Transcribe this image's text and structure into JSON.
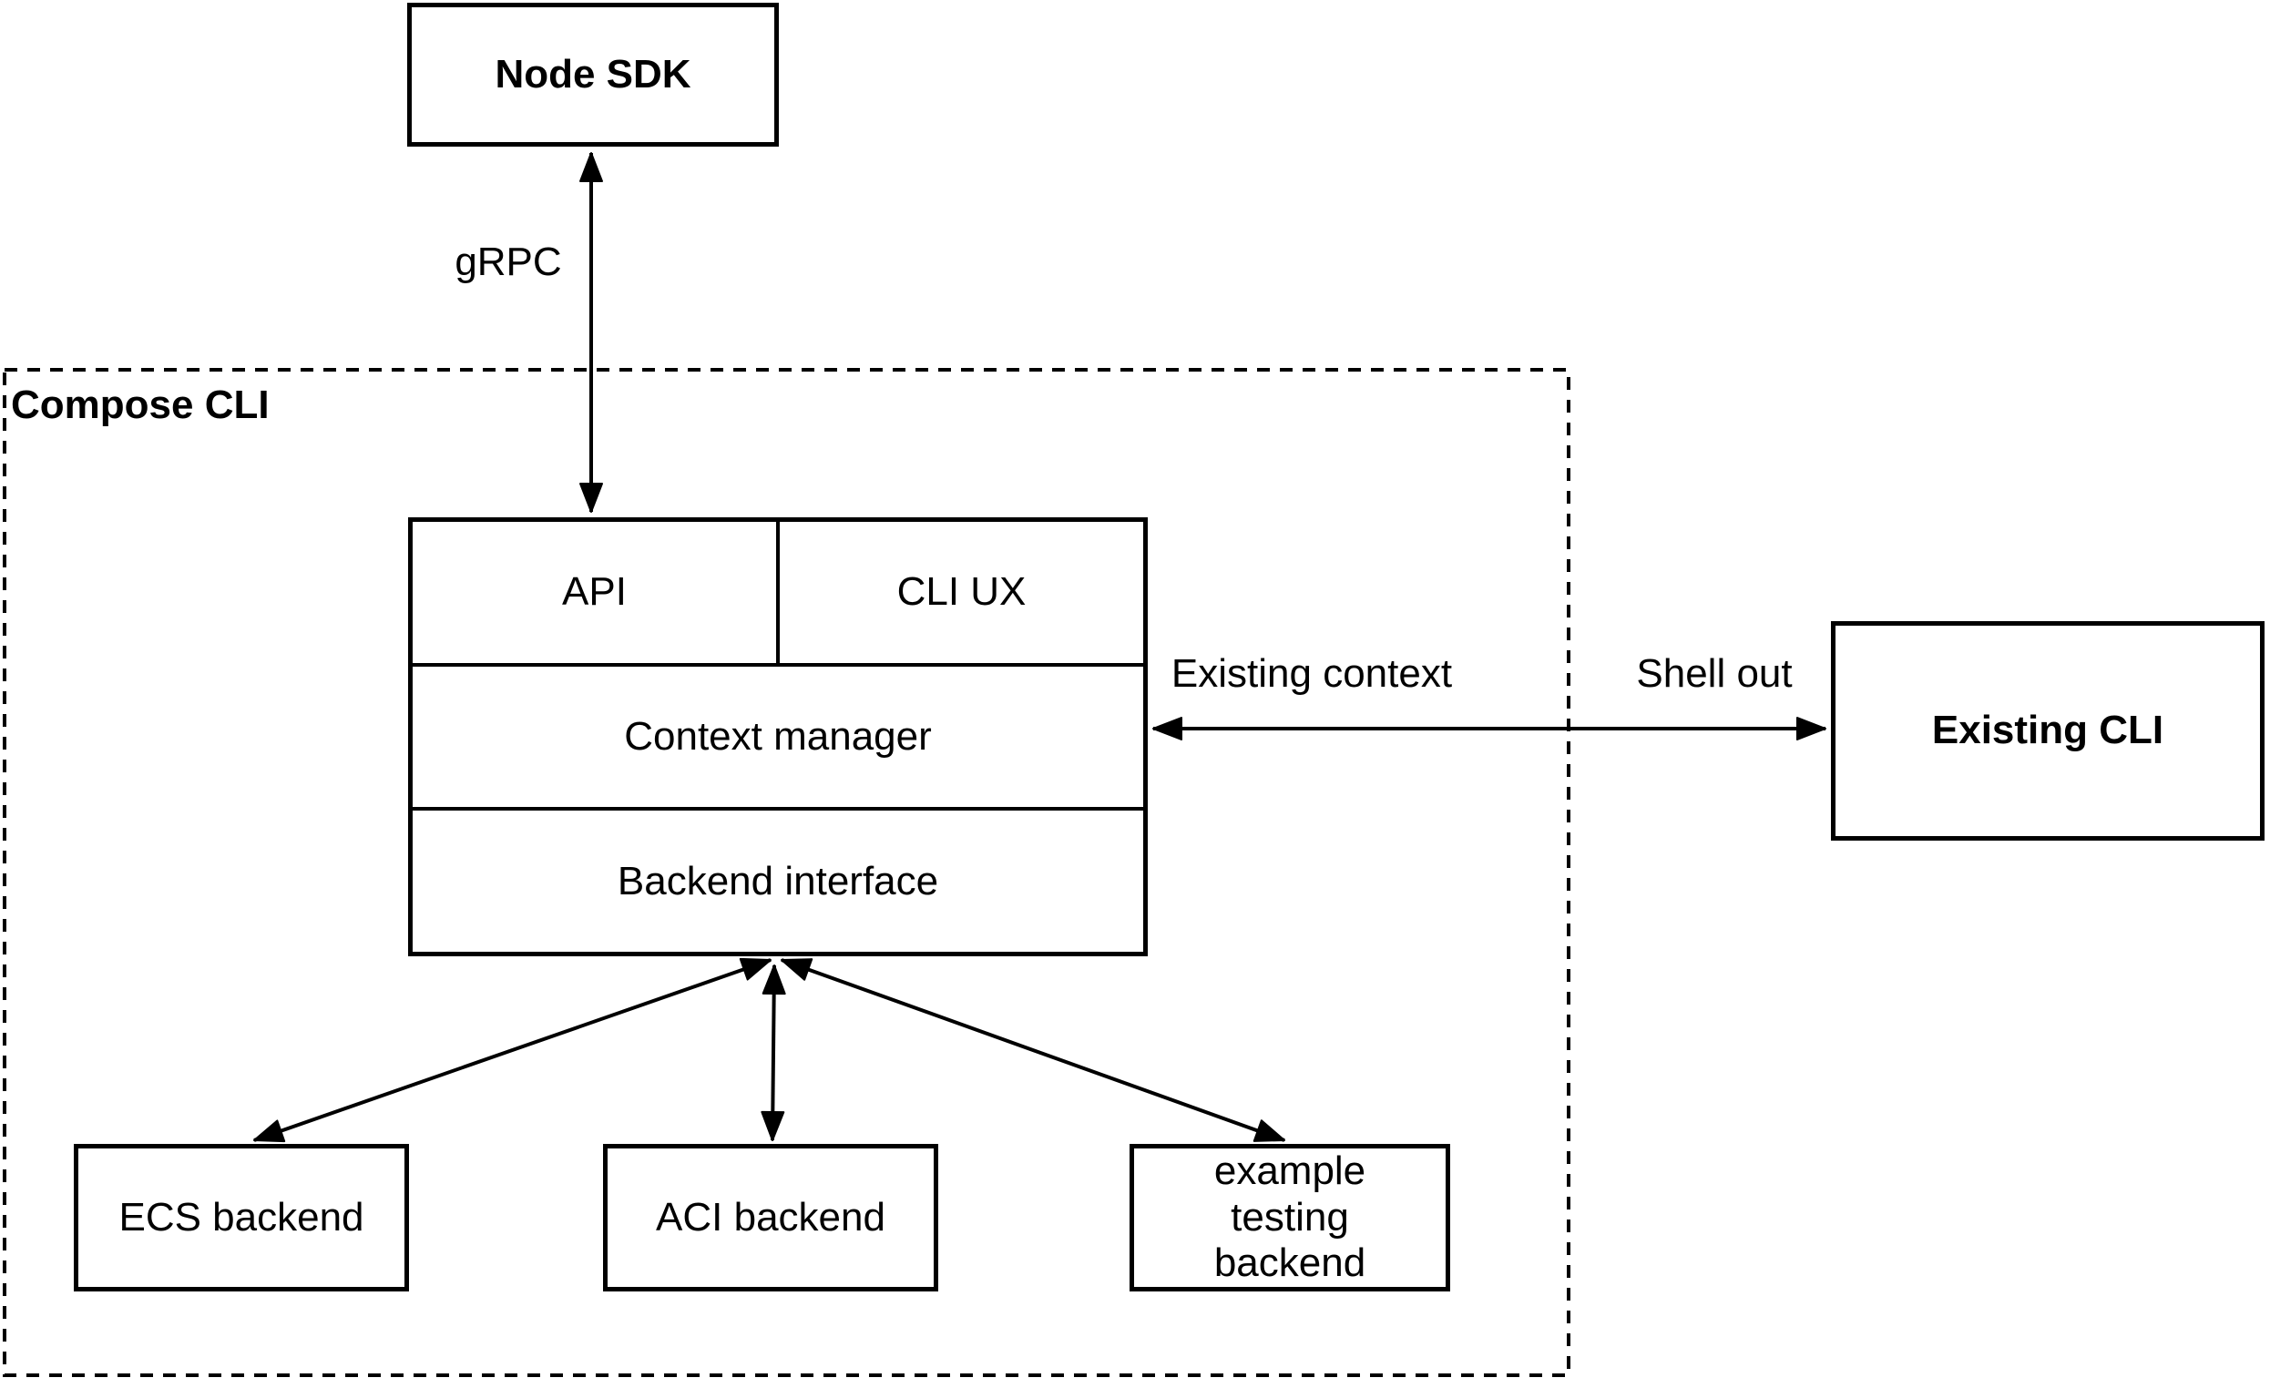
{
  "container": {
    "label": "Compose CLI"
  },
  "nodes": {
    "node_sdk": {
      "label": "Node SDK"
    },
    "api": {
      "label": "API"
    },
    "cli_ux": {
      "label": "CLI UX"
    },
    "context_manager": {
      "label": "Context manager"
    },
    "backend_interface": {
      "label": "Backend interface"
    },
    "existing_cli": {
      "label": "Existing CLI"
    },
    "ecs_backend": {
      "label": "ECS backend"
    },
    "aci_backend": {
      "label": "ACI backend"
    },
    "example_testing_backend": {
      "label": "example testing backend"
    }
  },
  "edges": {
    "grpc": {
      "label": "gRPC"
    },
    "existing_context": {
      "label": "Existing context"
    },
    "shell_out": {
      "label": "Shell out"
    }
  },
  "colors": {
    "line": "#000000",
    "text": "#000000",
    "background": "#ffffff"
  }
}
